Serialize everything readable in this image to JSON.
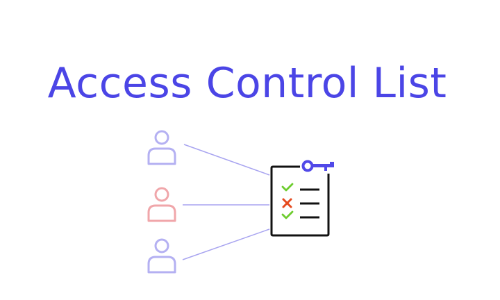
{
  "title": "Access Control List",
  "colors": {
    "title": "#4B45E6",
    "user_allowed": "#B4B0F2",
    "user_denied": "#F0A6AA",
    "connector": "#A8A4F0",
    "document_outline": "#111111",
    "key": "#5149E8",
    "check": "#6DCC2E",
    "cross": "#E54A1E",
    "list_line": "#111111"
  },
  "diagram": {
    "users": [
      {
        "icon": "user-icon",
        "status": "allowed"
      },
      {
        "icon": "user-icon",
        "status": "denied"
      },
      {
        "icon": "user-icon",
        "status": "allowed"
      }
    ],
    "document": {
      "icon": "acl-document-icon",
      "key_icon": "key-icon",
      "entries": [
        {
          "mark": "check"
        },
        {
          "mark": "cross"
        },
        {
          "mark": "check"
        }
      ]
    }
  }
}
